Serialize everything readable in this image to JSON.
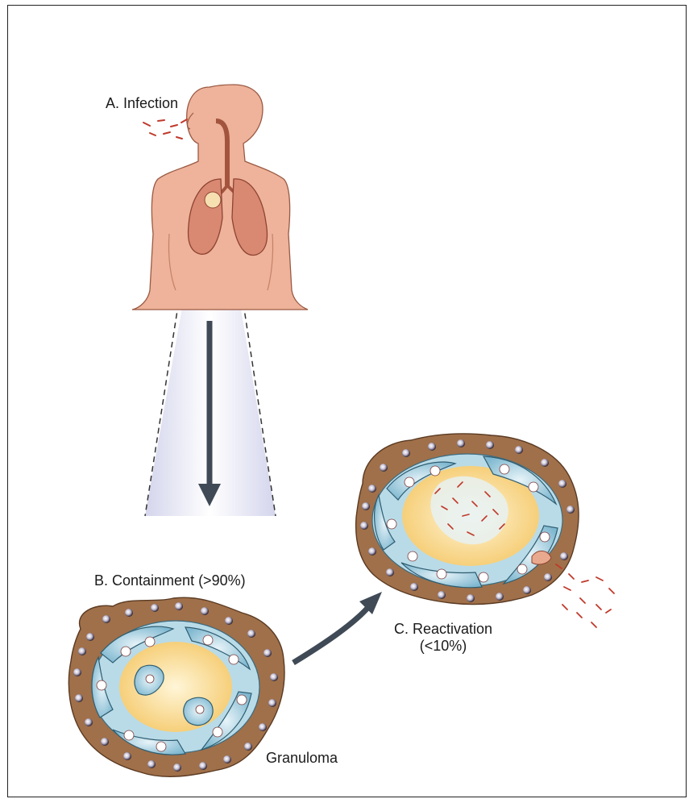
{
  "labels": {
    "infection": "A. Infection",
    "containment": "B. Containment (>90%)",
    "reactivation_line1": "C. Reactivation",
    "reactivation_line2": "(<10%)",
    "granuloma": "Granuloma"
  },
  "colors": {
    "skin": "#e9a98e",
    "skin_dark": "#c97a63",
    "lung": "#d98872",
    "cone": "#dcdcf0",
    "arrow": "#3f4a56",
    "granuloma_outer": "#a0704a",
    "macrophage": "#a9d2e3",
    "core": "#fbe3a6",
    "bacteria": "#c0392b"
  },
  "icons": [
    "human-torso-icon",
    "lungs-icon",
    "bacteria-icon",
    "granuloma-icon"
  ]
}
